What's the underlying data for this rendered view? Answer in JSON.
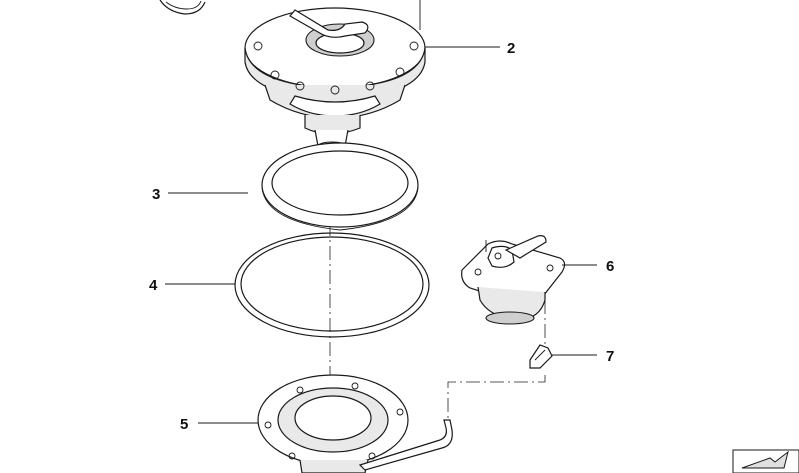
{
  "callouts": [
    {
      "number": "2",
      "part": "housing-cover"
    },
    {
      "number": "3",
      "part": "seal-ring"
    },
    {
      "number": "4",
      "part": "o-ring"
    },
    {
      "number": "5",
      "part": "mounting-flange"
    },
    {
      "number": "6",
      "part": "valve-unit"
    },
    {
      "number": "7",
      "part": "retaining-clip"
    }
  ],
  "colors": {
    "line": "#1a1a1a",
    "background": "#ffffff",
    "shade": "#e9e9e9"
  }
}
